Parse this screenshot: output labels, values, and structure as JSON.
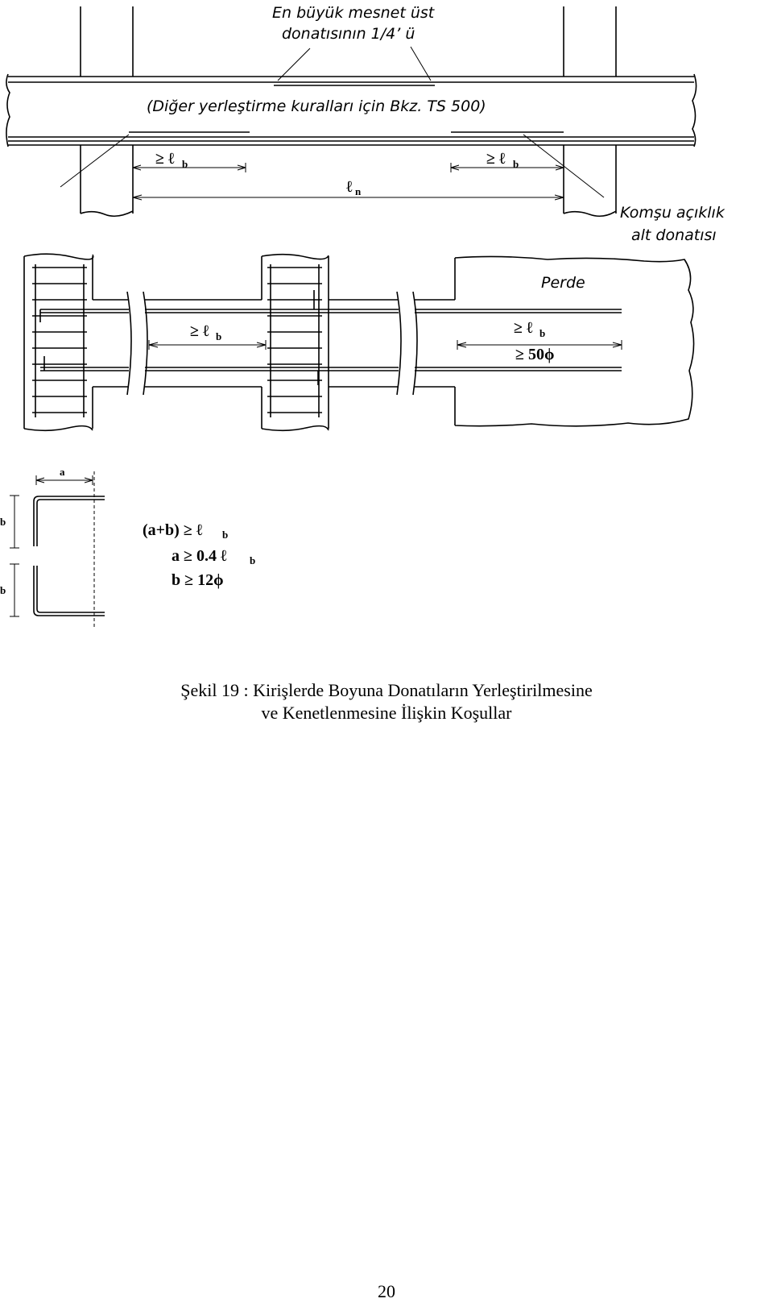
{
  "diagram1": {
    "note_top_line1": "En büyük mesnet üst",
    "note_top_line2": "donatısının 1/4’ ü",
    "note_rules": "(Diğer yerleştirme kuralları için Bkz. TS 500)",
    "dim_left": "≥ ℓ",
    "dim_left_sub": "b",
    "dim_right": "≥ ℓ",
    "dim_right_sub": "b",
    "dim_clear": "ℓ",
    "dim_clear_sub": "n",
    "note_bottom_line1": "Komşu açıklık",
    "note_bottom_line2": "alt donatısı"
  },
  "diagram2": {
    "wall_label": "Perde",
    "dim_mid": "≥ ℓ",
    "dim_mid_sub": "b",
    "dim_wall": "≥ ℓ",
    "dim_wall_sub": "b",
    "dim_wall2": "≥ 50ϕ"
  },
  "diagram3": {
    "label_a": "a",
    "label_b_top": "b",
    "label_b_bottom": "b",
    "rule1": "(a+b) ≥ ℓ",
    "rule1_sub": "b",
    "rule2": "a ≥ 0.4 ℓ",
    "rule2_sub": "b",
    "rule3": "b ≥ 12ϕ"
  },
  "caption": {
    "line1": "Şekil 19 : Kirişlerde Boyuna Donatıların Yerleştirilmesine",
    "line2": "ve Kenetlenmesine İlişkin Koşullar"
  },
  "page_number": "20"
}
